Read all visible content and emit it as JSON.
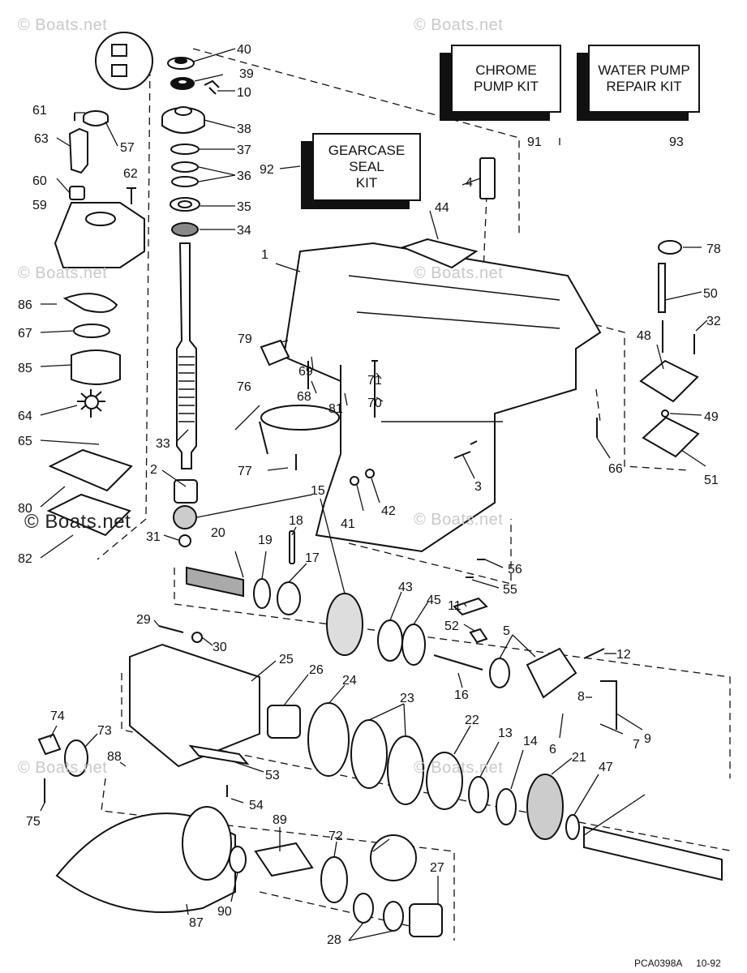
{
  "watermarks": {
    "top_left": "© Boats.net",
    "top_center": "© Boats.net",
    "mid_left": "© Boats.net",
    "mid_right": "© Boats.net",
    "lower_left": "© Boats.net",
    "lower_right": "© Boats.net",
    "bottom_left": "© Boats.net",
    "bottom_center": "© Boats.net"
  },
  "kits": {
    "chrome_pump": "CHROME\nPUMP KIT",
    "water_pump_repair": "WATER PUMP\nREPAIR KIT",
    "gearcase_seal": "GEARCASE\nSEAL\nKIT"
  },
  "callouts": [
    "40",
    "39",
    "10",
    "38",
    "37",
    "36",
    "92",
    "35",
    "34",
    "61",
    "57",
    "63",
    "60",
    "62",
    "59",
    "86",
    "67",
    "85",
    "64",
    "65",
    "33",
    "80",
    "82",
    "31",
    "1",
    "44",
    "4",
    "91",
    "93",
    "78",
    "50",
    "32",
    "48",
    "49",
    "51",
    "66",
    "79",
    "69",
    "68",
    "71",
    "70",
    "81",
    "76",
    "77",
    "3",
    "41",
    "42",
    "56",
    "55",
    "2",
    "15",
    "20",
    "19",
    "18",
    "17",
    "43",
    "45",
    "11",
    "52",
    "5",
    "12",
    "29",
    "30",
    "25",
    "26",
    "24",
    "16",
    "23",
    "22",
    "8",
    "9",
    "6",
    "7",
    "74",
    "73",
    "88",
    "53",
    "54",
    "13",
    "14",
    "21",
    "47",
    "75",
    "89",
    "72",
    "27",
    "87",
    "90",
    "28"
  ],
  "reference": {
    "code": "PCA0398A",
    "date": "10-92"
  }
}
